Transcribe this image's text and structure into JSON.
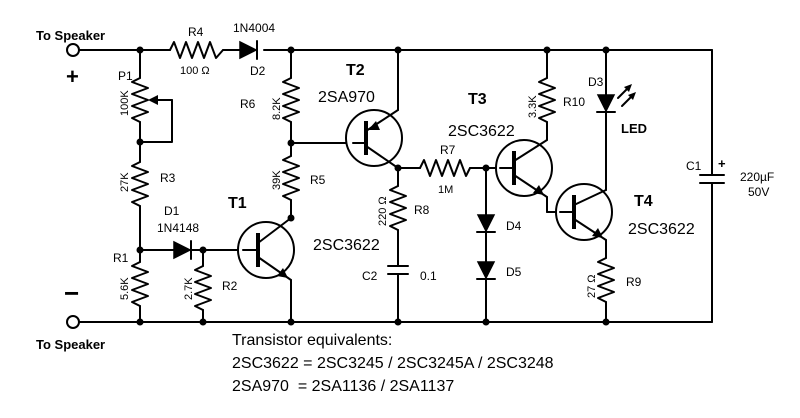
{
  "terminals": {
    "top_label": "To Speaker",
    "bottom_label": "To Speaker",
    "plus": "+",
    "minus": "−"
  },
  "components": {
    "R4": {
      "ref": "R4",
      "value": "100 Ω"
    },
    "D2": {
      "part": "1N4004",
      "ref": "D2"
    },
    "P1": {
      "ref": "P1",
      "value": "100K"
    },
    "R3": {
      "ref": "R3",
      "value": "27K"
    },
    "R1": {
      "ref": "R1",
      "value": "5.6K"
    },
    "D1": {
      "ref": "D1",
      "part": "1N4148"
    },
    "R2": {
      "ref": "R2",
      "value": "2.7K"
    },
    "R6": {
      "ref": "R6",
      "value": "8.2K"
    },
    "R5": {
      "ref": "R5",
      "value": "39K"
    },
    "T1": {
      "ref": "T1",
      "part": "2SC3622"
    },
    "T2": {
      "ref": "T2",
      "part": "2SA970"
    },
    "R8": {
      "ref": "R8",
      "value": "220 Ω"
    },
    "C2": {
      "ref": "C2",
      "value": "0.1"
    },
    "R7": {
      "ref": "R7",
      "value": "1M"
    },
    "D4": {
      "ref": "D4"
    },
    "D5": {
      "ref": "D5"
    },
    "T3": {
      "ref": "T3",
      "part": "2SC3622"
    },
    "R10": {
      "ref": "R10",
      "value": "3.3K"
    },
    "D3": {
      "ref": "D3",
      "type": "LED"
    },
    "T4": {
      "ref": "T4",
      "part": "2SC3622"
    },
    "R9": {
      "ref": "R9",
      "value": "27 Ω"
    },
    "C1": {
      "ref": "C1",
      "value": "220µF",
      "voltage": "50V",
      "polarity": "+"
    }
  },
  "notes": {
    "heading": "Transistor equivalents:",
    "line1": "2SC3622 = 2SC3245 / 2SC3245A / 2SC3248",
    "line2": "2SA970  = 2SA1136 / 2SA1137"
  }
}
